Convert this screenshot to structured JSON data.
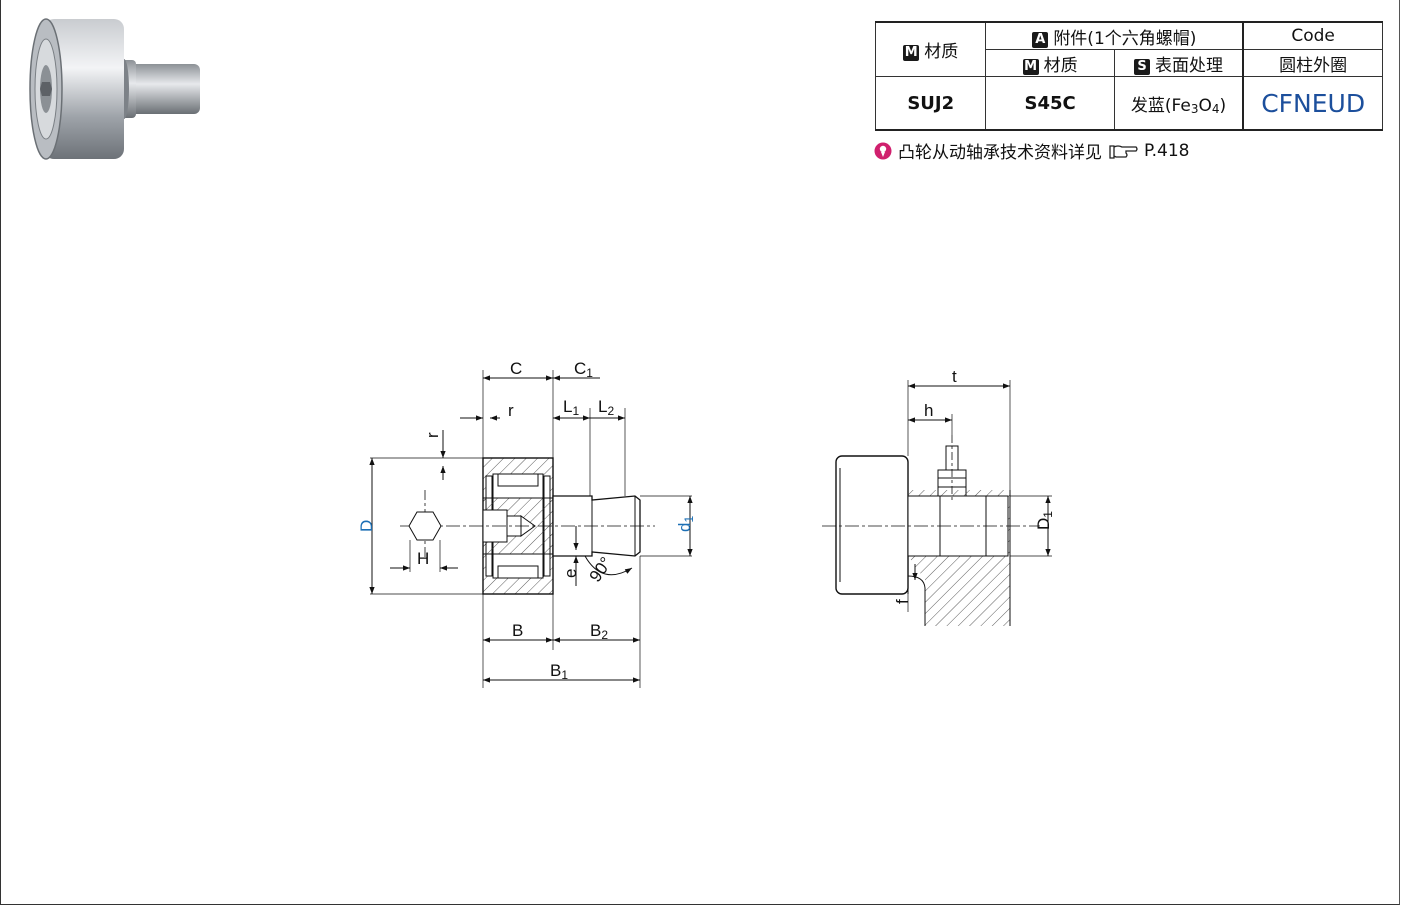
{
  "table": {
    "col_material": "材质",
    "col_attachment": "附件(1个六角螺帽)",
    "col_code": "Code",
    "sub_material": "材质",
    "sub_surface": "表面处理",
    "sub_code": "圆柱外圈",
    "tag_m": "M",
    "tag_a": "A",
    "tag_s": "S",
    "row_material": "SUJ2",
    "row_att_material": "S45C",
    "row_surface_prefix": "发蓝(Fe",
    "row_surface_3": "3",
    "row_surface_o": "O",
    "row_surface_4": "4",
    "row_surface_suffix": ")",
    "row_code": "CFNEUD"
  },
  "note": {
    "text": "凸轮从动轴承技术资料详见",
    "page": "P.418",
    "icon_pin": "info-pin-icon",
    "icon_hand": "pointing-hand-icon"
  },
  "labels": {
    "C": "C",
    "C1": "C",
    "C1_sub": "1",
    "r_top": "r",
    "r_side": "r",
    "L1": "L",
    "L1_sub": "1",
    "L2": "L",
    "L2_sub": "2",
    "D": "D",
    "H": "H",
    "d1": "d",
    "d1_sub": "1",
    "e": "e",
    "angle": "90°",
    "B": "B",
    "B2": "B",
    "B2_sub": "2",
    "B1": "B",
    "B1_sub": "1",
    "t": "t",
    "h": "h",
    "D1": "D",
    "D1_sub": "1",
    "f": "f"
  },
  "colors": {
    "code_blue": "#1c4f9c",
    "dim_blue": "#1c6fb5",
    "pin_magenta": "#d0206e"
  }
}
